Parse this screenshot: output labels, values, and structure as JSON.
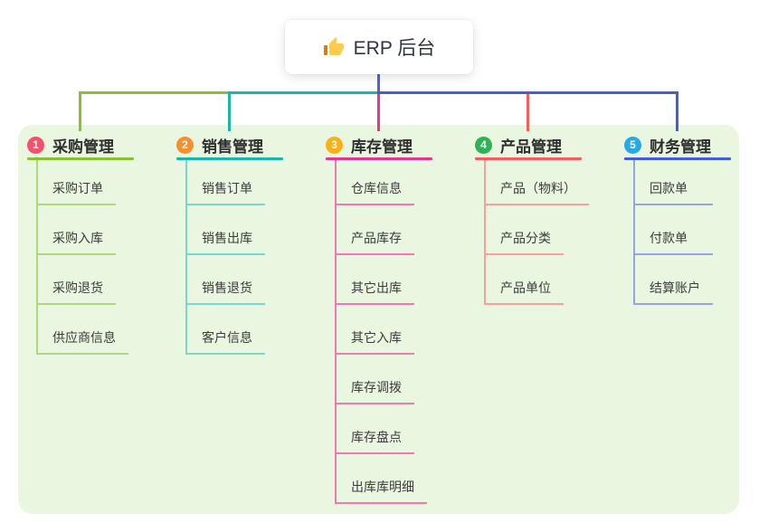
{
  "root": {
    "title": "ERP 后台",
    "icon": "thumbs-up-icon"
  },
  "branches": [
    {
      "badge": "1",
      "title": "采购管理",
      "color": "#87C232",
      "light_color": "#AFD77F",
      "badge_color": "#F45170",
      "items": [
        "采购订单",
        "采购入库",
        "采购退货",
        "供应商信息"
      ]
    },
    {
      "badge": "2",
      "title": "销售管理",
      "color": "#16B8AE",
      "light_color": "#7DD6CD",
      "badge_color": "#F78F2E",
      "items": [
        "销售订单",
        "销售出库",
        "销售退货",
        "客户信息"
      ]
    },
    {
      "badge": "3",
      "title": "库存管理",
      "color": "#E8368F",
      "light_color": "#F078B4",
      "badge_color": "#FBB017",
      "items": [
        "仓库信息",
        "产品库存",
        "其它出库",
        "其它入库",
        "库存调拨",
        "库存盘点",
        "出库库明细"
      ]
    },
    {
      "badge": "4",
      "title": "产品管理",
      "color": "#F85E57",
      "light_color": "#FAA09A",
      "badge_color": "#2FB256",
      "items": [
        "产品（物料）",
        "产品分类",
        "产品单位"
      ]
    },
    {
      "badge": "5",
      "title": "财务管理",
      "color": "#3E5FD7",
      "light_color": "#93A6E3",
      "badge_color": "#29A9E2",
      "items": [
        "回款单",
        "付款单",
        "结算账户"
      ]
    }
  ],
  "colors": {
    "panel_bg": "#E9F6E0",
    "root_connector": "#4C63D2",
    "icon_hand": "#FFCB4C",
    "icon_cuff": "#C77F2E"
  }
}
